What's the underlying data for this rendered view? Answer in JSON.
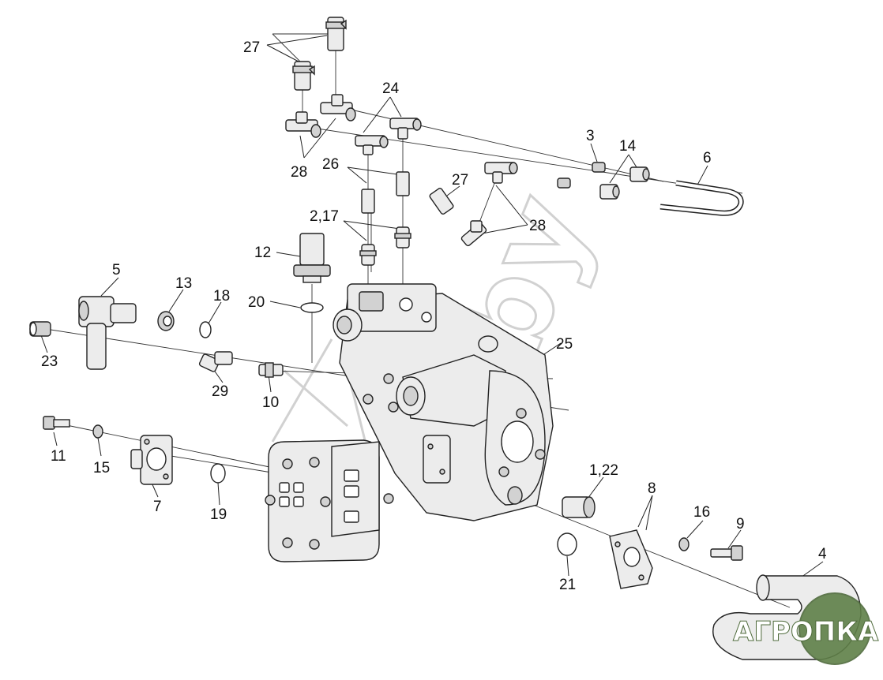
{
  "labels": {
    "l27a": "27",
    "l24": "24",
    "l3": "3",
    "l14": "14",
    "l6": "6",
    "l28a": "28",
    "l26": "26",
    "l27b": "27",
    "l217": "2,17",
    "l28b": "28",
    "l12": "12",
    "l5": "5",
    "l13": "13",
    "l18": "18",
    "l20": "20",
    "l25": "25",
    "l23": "23",
    "l29": "29",
    "l10": "10",
    "l11": "11",
    "l15": "15",
    "l7": "7",
    "l19": "19",
    "l122": "1,22",
    "l8": "8",
    "l16": "16",
    "l9": "9",
    "l4": "4",
    "l21": "21"
  },
  "watermark": {
    "text": "by"
  },
  "logo": {
    "text": "АГРОПКА",
    "color": "#5f8048"
  }
}
